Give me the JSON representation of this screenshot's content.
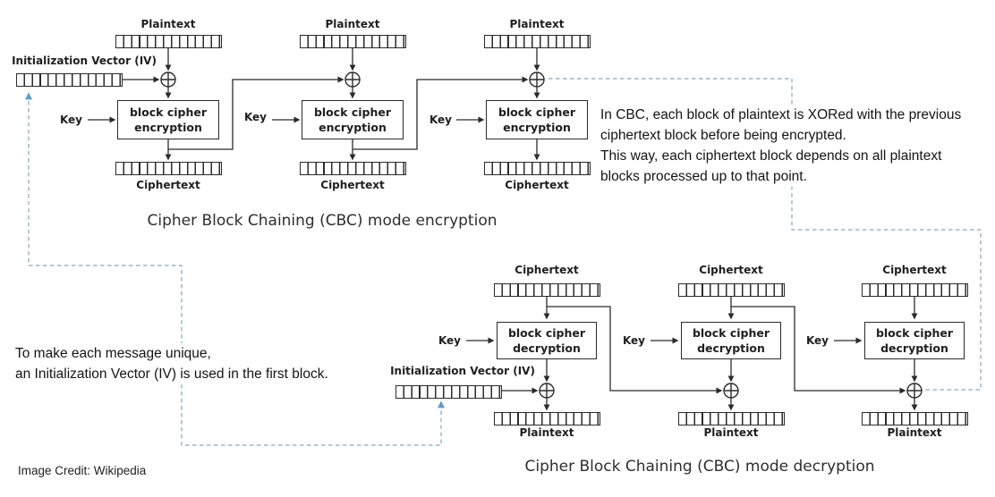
{
  "colors": {
    "line": "#2b2b2b",
    "dashed_blue": "#80a9c8",
    "arrow_blue": "#5b9bd5",
    "text": "#1a1a1a"
  },
  "encryption": {
    "caption": "Cipher Block Chaining (CBC) mode encryption",
    "iv_label": "Initialization Vector (IV)",
    "blocks": [
      {
        "input_label": "Plaintext",
        "key_label": "Key",
        "box_line1": "block cipher",
        "box_line2": "encryption",
        "output_label": "Ciphertext"
      },
      {
        "input_label": "Plaintext",
        "key_label": "Key",
        "box_line1": "block cipher",
        "box_line2": "encryption",
        "output_label": "Ciphertext"
      },
      {
        "input_label": "Plaintext",
        "key_label": "Key",
        "box_line1": "block cipher",
        "box_line2": "encryption",
        "output_label": "Ciphertext"
      }
    ]
  },
  "decryption": {
    "caption": "Cipher Block Chaining (CBC) mode decryption",
    "iv_label": "Initialization Vector (IV)",
    "blocks": [
      {
        "input_label": "Ciphertext",
        "key_label": "Key",
        "box_line1": "block cipher",
        "box_line2": "decryption",
        "output_label": "Plaintext"
      },
      {
        "input_label": "Ciphertext",
        "key_label": "Key",
        "box_line1": "block cipher",
        "box_line2": "decryption",
        "output_label": "Plaintext"
      },
      {
        "input_label": "Ciphertext",
        "key_label": "Key",
        "box_line1": "block cipher",
        "box_line2": "decryption",
        "output_label": "Plaintext"
      }
    ]
  },
  "notes": {
    "right": "In CBC, each block of plaintext is XORed with the previous\nciphertext block before being encrypted.\nThis way, each ciphertext block depends on all plaintext\nblocks processed up to that point.",
    "left": "To make each message unique,\nan Initialization Vector (IV) is used in the first block.",
    "credit": "Image Credit: Wikipedia"
  }
}
